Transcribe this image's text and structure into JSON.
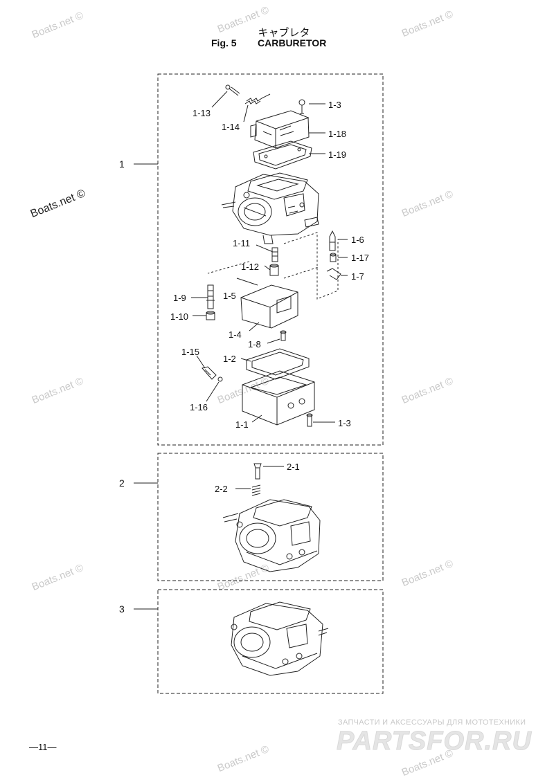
{
  "header": {
    "japanese_title": "キャブレタ",
    "fig_label": "Fig. 5",
    "title": "CARBURETOR"
  },
  "watermarks": [
    {
      "id": "wm1",
      "text": "Boats.net ©"
    },
    {
      "id": "wm2",
      "text": "Boats.net ©"
    },
    {
      "id": "wm3",
      "text": "Boats.net ©"
    },
    {
      "id": "wm4",
      "text": "Boats.net ©"
    },
    {
      "id": "wm5",
      "text": "Boats.net ©"
    },
    {
      "id": "wm6",
      "text": "Boats.net ©"
    },
    {
      "id": "wm7",
      "text": "Boats.net ©"
    },
    {
      "id": "wm8",
      "text": "Boats.net ©"
    },
    {
      "id": "wm9",
      "text": "Boats.net ©"
    },
    {
      "id": "wm10",
      "text": "Boats.net ©"
    },
    {
      "id": "wm11",
      "text": "Boats.net ©"
    },
    {
      "id": "wm12",
      "text": "Boats.net ©"
    },
    {
      "id": "wm13",
      "text": "Boats.net ©"
    }
  ],
  "groups": [
    {
      "id": "g1",
      "label": "1"
    },
    {
      "id": "g2",
      "label": "2"
    },
    {
      "id": "g3",
      "label": "3"
    }
  ],
  "part_labels": {
    "p1_13": "1-13",
    "p1_14": "1-14",
    "p1_3a": "1-3",
    "p1_18": "1-18",
    "p1_19": "1-19",
    "p1_6": "1-6",
    "p1_17": "1-17",
    "p1_7": "1-7",
    "p1_11": "1-11",
    "p1_12": "1-12",
    "p1_5": "1-5",
    "p1_9": "1-9",
    "p1_10": "1-10",
    "p1_4": "1-4",
    "p1_8": "1-8",
    "p1_15": "1-15",
    "p1_2": "1-2",
    "p1_16": "1-16",
    "p1_1": "1-1",
    "p1_3b": "1-3",
    "p2_1": "2-1",
    "p2_2": "2-2"
  },
  "footer": {
    "page_number": "—11—",
    "brand_tagline": "ЗАПЧАСТИ И АКСЕССУАРЫ ДЛЯ МОТОТЕХНИКИ",
    "brand_name": "PARTSFOR.RU"
  }
}
